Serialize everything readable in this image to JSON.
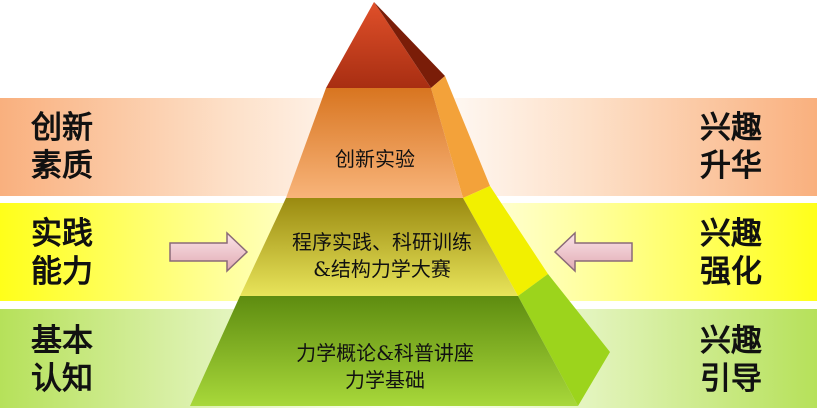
{
  "left_labels": {
    "top": "创新\n素质",
    "middle": "实践\n能力",
    "bottom": "基本\n认知"
  },
  "right_labels": {
    "top": "兴趣\n升华",
    "middle": "兴趣\n强化",
    "bottom": "兴趣\n引导"
  },
  "pyramid_levels": {
    "upper": {
      "line1": "创新实验"
    },
    "middle": {
      "line1": "程序实践、科研训练",
      "line2": "&结构力学大赛"
    },
    "lower": {
      "line1": "力学概论&科普讲座",
      "line2": "力学基础"
    }
  },
  "colors": {
    "band_top": "#f9b07e",
    "band_middle": "#ffff1a",
    "band_bottom": "#b6e15a",
    "apex": "#c83a1c",
    "upper_level": "#e8872c",
    "middle_level": "#c9be1e",
    "lower_level": "#8fc41c",
    "arrow_fill": "#f2c9cf"
  }
}
